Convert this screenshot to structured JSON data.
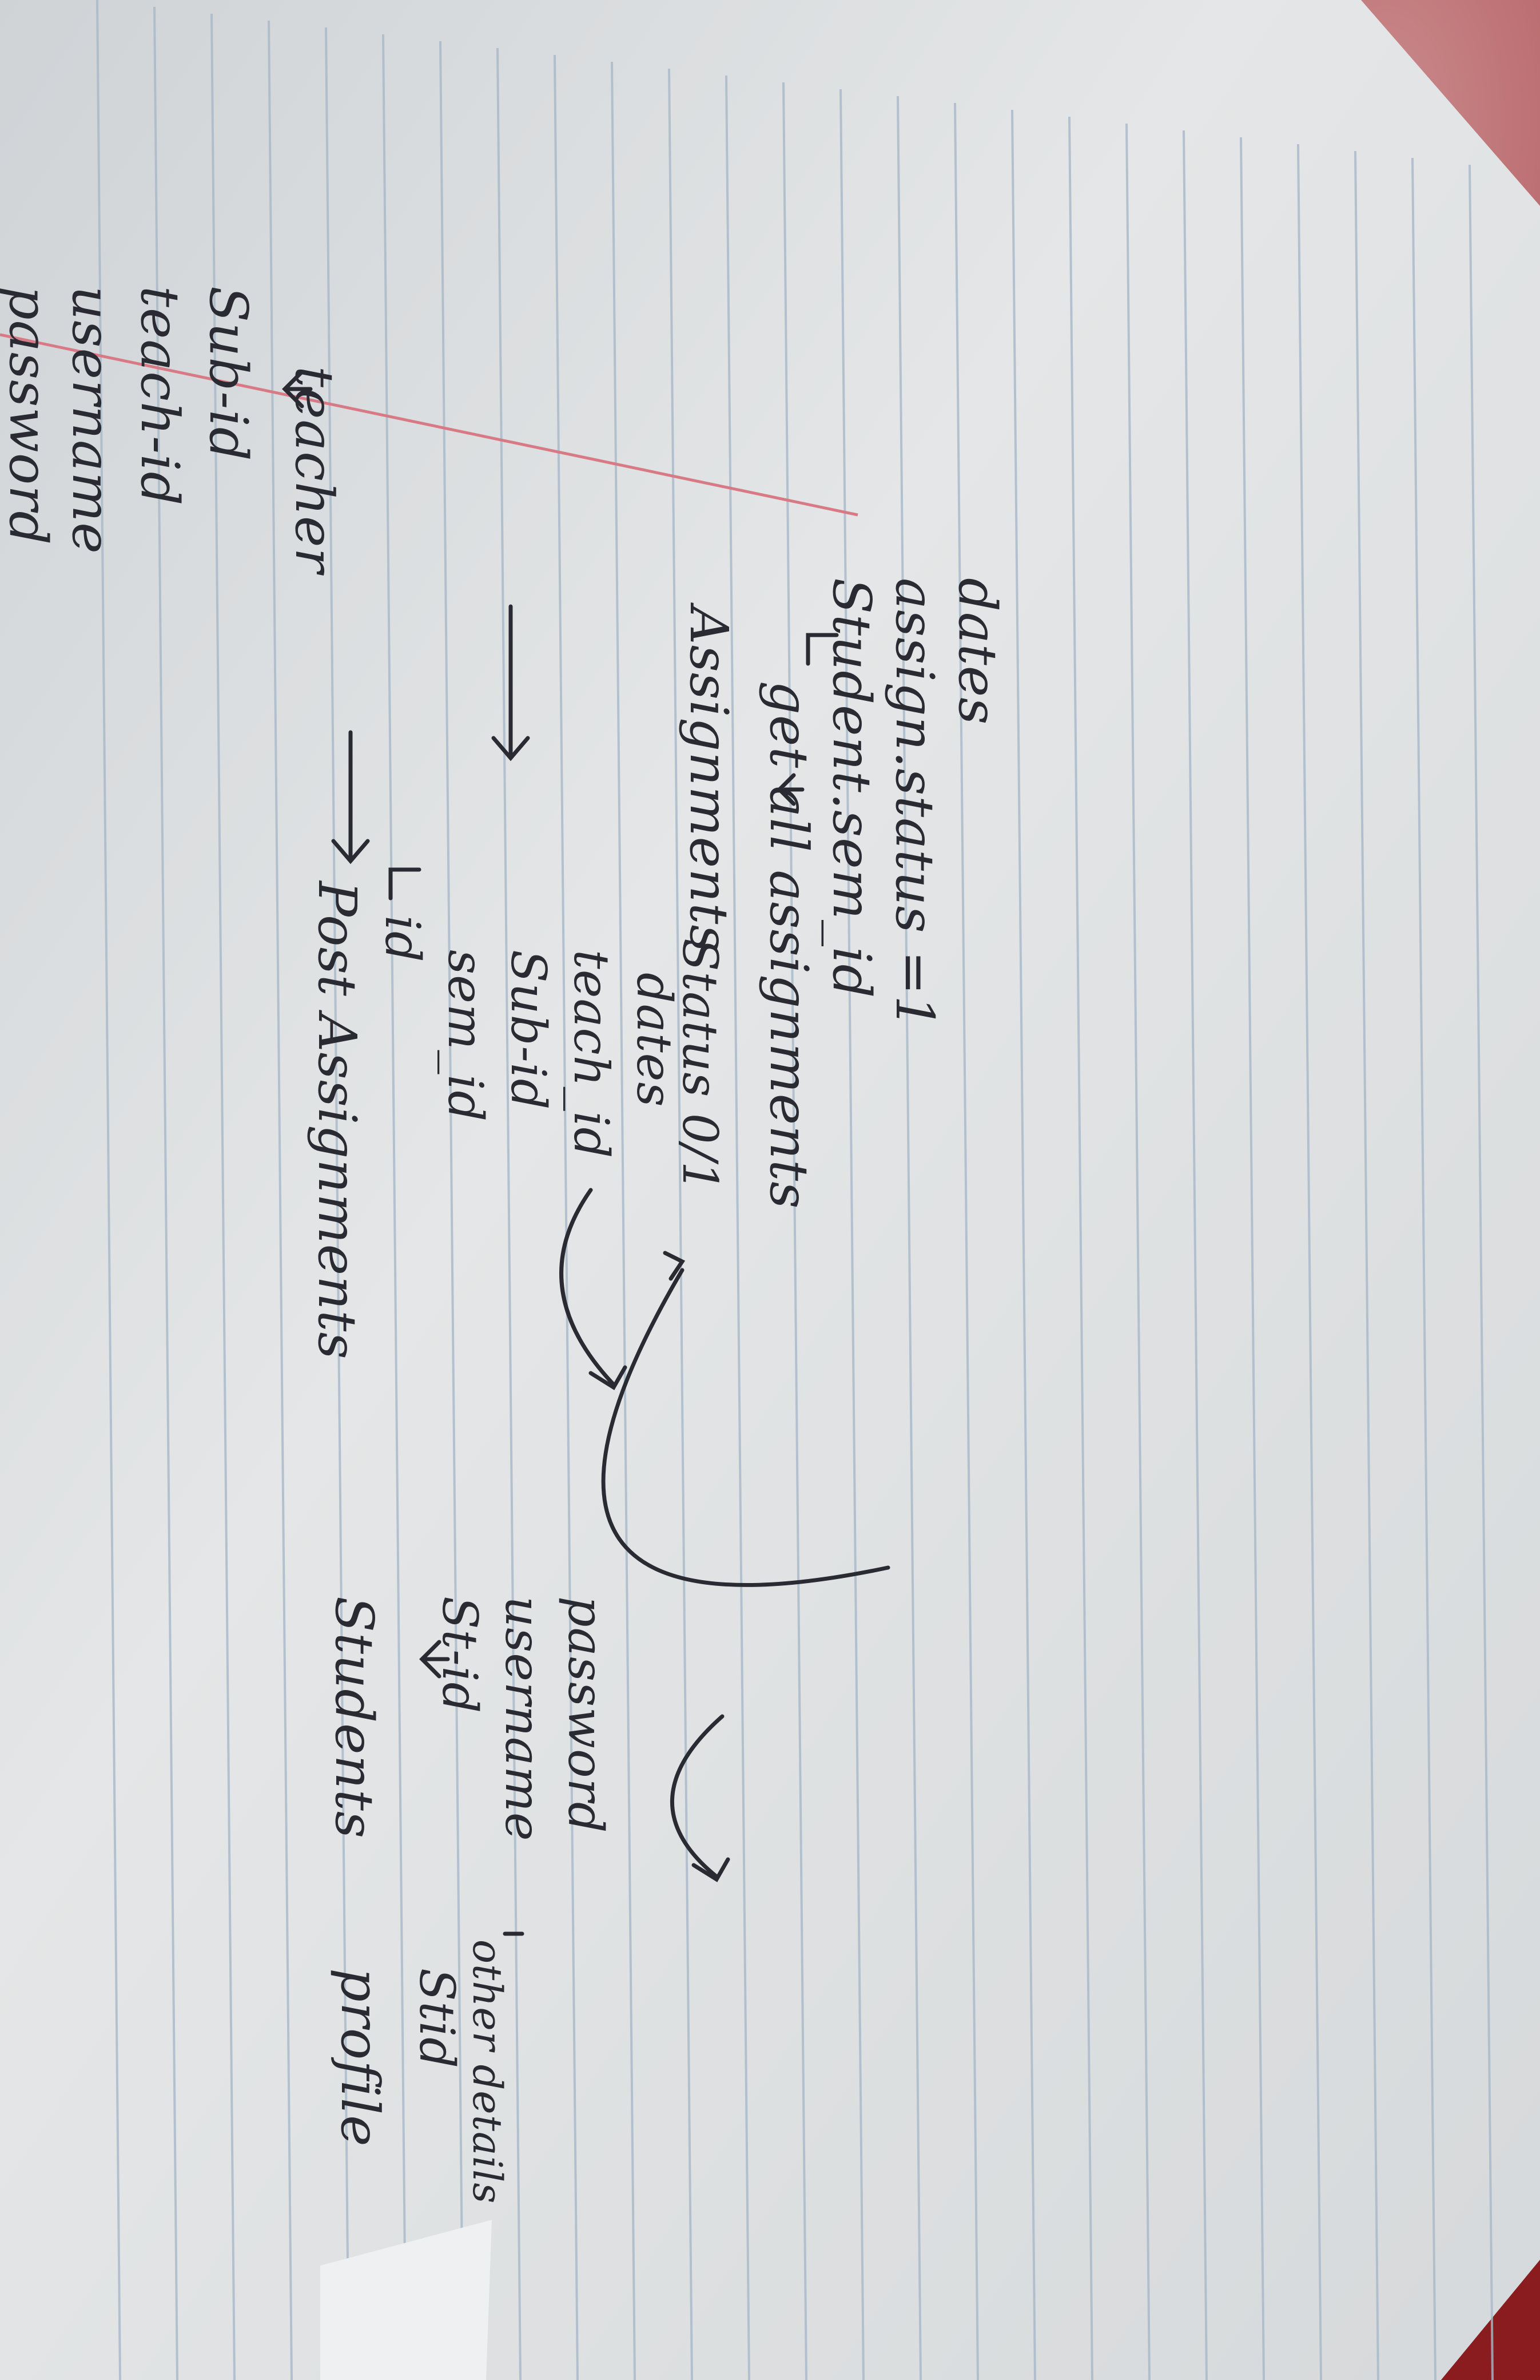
{
  "notes": {
    "teacher": "teacher",
    "teacher_fields": [
      "Sub-id",
      "teach-id",
      "username",
      "password"
    ],
    "post_assignments": "Post Assignments",
    "post_fields": [
      "id",
      "sem_id",
      "Sub-id",
      "teach_id",
      "dates",
      "Status 0/1"
    ],
    "assignments": "Assignments",
    "get_all": "get all assignments",
    "query_lines": [
      "Student.sem_id",
      "assign.status =1",
      "dates"
    ],
    "students": "Students",
    "student_fields": [
      "St-id",
      "username",
      "password"
    ],
    "profile": "profile",
    "profile_fields": [
      "Stid",
      "other details"
    ]
  },
  "colors": {
    "ink": "#2a2a33",
    "paper": "#dfe2e4",
    "rule": "#9fb2c6",
    "margin": "#d77a86",
    "fabric": "#8e1f23"
  }
}
